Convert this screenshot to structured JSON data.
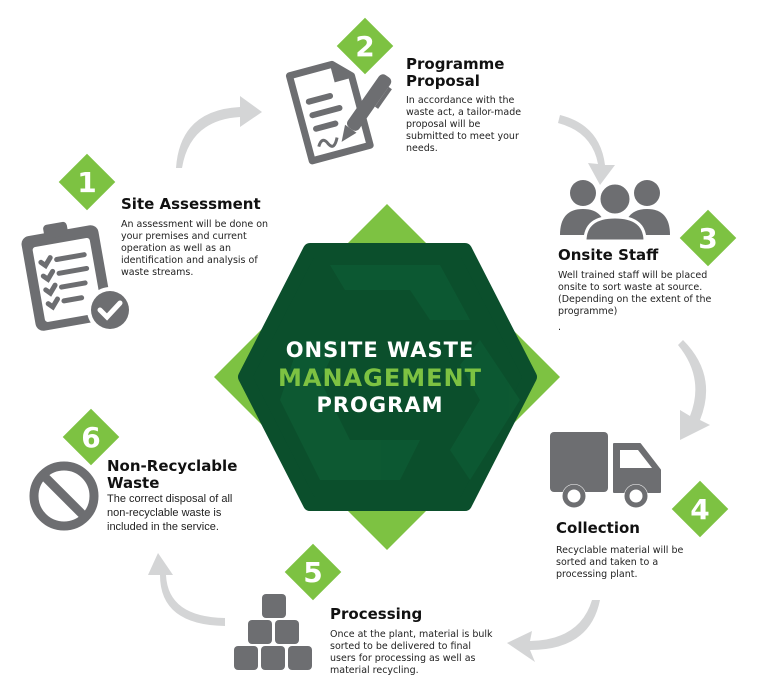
{
  "center": {
    "line1": "ONSITE WASTE",
    "line2": "MANAGEMENT",
    "line3": "PROGRAM",
    "colors": {
      "dark_green": "#0b4f2c",
      "light_green": "#7dc242",
      "white": "#ffffff"
    }
  },
  "steps": [
    {
      "number": "1",
      "title": "Site Assessment",
      "description": "An assessment will be done on your premises and current operation as well as an identification and analysis of waste streams.",
      "icon": "clipboard-checklist-icon"
    },
    {
      "number": "2",
      "title": "Programme Proposal",
      "description": "In accordance with the waste act, a tailor-made proposal will be submitted to meet your needs.",
      "icon": "document-pen-icon"
    },
    {
      "number": "3",
      "title": "Onsite Staff",
      "description": "Well trained staff will be placed onsite to sort waste at source. (Depending on the extent of the programme)",
      "extra": ".",
      "icon": "people-group-icon"
    },
    {
      "number": "4",
      "title": "Collection",
      "description": "Recyclable material will be sorted and taken to a processing plant.",
      "icon": "truck-icon"
    },
    {
      "number": "5",
      "title": "Processing",
      "description": "Once at the plant, material is bulk sorted to be delivered to final users for processing as well as material recycling.",
      "icon": "stacked-blocks-icon"
    },
    {
      "number": "6",
      "title": "Non-Recyclable Waste",
      "description": "The correct disposal of all non-recyclable waste is included in the service.",
      "icon": "prohibited-icon"
    }
  ],
  "colors": {
    "badge": "#7dc242",
    "icon_gray": "#6d6e71",
    "arrow_gray": "#d4d5d6",
    "text": "#111111"
  }
}
